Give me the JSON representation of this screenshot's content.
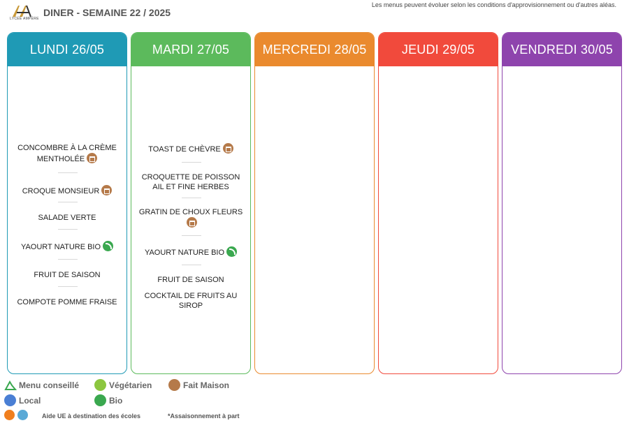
{
  "header": {
    "logo_text": "LYCÉE AMPÈRE",
    "title": "DINER - SEMAINE 22 / 2025",
    "note": "Les menus peuvent évoluer selon les conditions d'approvisionnement ou d'autres aléas."
  },
  "colors": {
    "monday": "#1f9ab5",
    "tuesday": "#5cba5c",
    "wednesday": "#ea8a2e",
    "thursday": "#f14a3c",
    "friday": "#8e44ad",
    "fait_maison": "#b57a4a",
    "bio": "#3aa84f",
    "local": "#4a7fd4"
  },
  "days": [
    {
      "label": "LUNDI 26/05",
      "items": [
        {
          "text": "CONCOMBRE À LA CRÈME MENTHOLÉE",
          "icon": "fait-maison-icon"
        },
        {
          "text": "CROQUE MONSIEUR",
          "icon": "fait-maison-icon"
        },
        {
          "text": "SALADE VERTE",
          "icon": ""
        },
        {
          "text": "YAOURT NATURE BIO",
          "icon": "bio-icon"
        },
        {
          "text": "FRUIT DE SAISON",
          "icon": ""
        },
        {
          "text": "COMPOTE POMME FRAISE",
          "icon": ""
        }
      ]
    },
    {
      "label": "MARDI 27/05",
      "items": [
        {
          "text": "TOAST DE CHÈVRE",
          "icon": "fait-maison-icon"
        },
        {
          "text": "CROQUETTE DE POISSON AIL ET FINE HERBES",
          "icon": ""
        },
        {
          "text": "GRATIN DE CHOUX FLEURS",
          "icon": "fait-maison-icon"
        },
        {
          "text": "YAOURT NATURE BIO",
          "icon": "bio-icon"
        },
        {
          "text": "FRUIT DE SAISON",
          "icon": ""
        },
        {
          "text": "COCKTAIL DE FRUITS AU SIROP",
          "icon": ""
        }
      ]
    },
    {
      "label": "MERCREDI 28/05",
      "items": []
    },
    {
      "label": "JEUDI 29/05",
      "items": []
    },
    {
      "label": "VENDREDI 30/05",
      "items": []
    }
  ],
  "legend": {
    "menu_conseille": "Menu conseillé",
    "vegetarien": "Végétarien",
    "fait_maison": "Fait Maison",
    "local": "Local",
    "bio": "Bio",
    "aide_ue": "Aide UE à destination des écoles",
    "assaisonnement": "*Assaisonnement à part"
  }
}
